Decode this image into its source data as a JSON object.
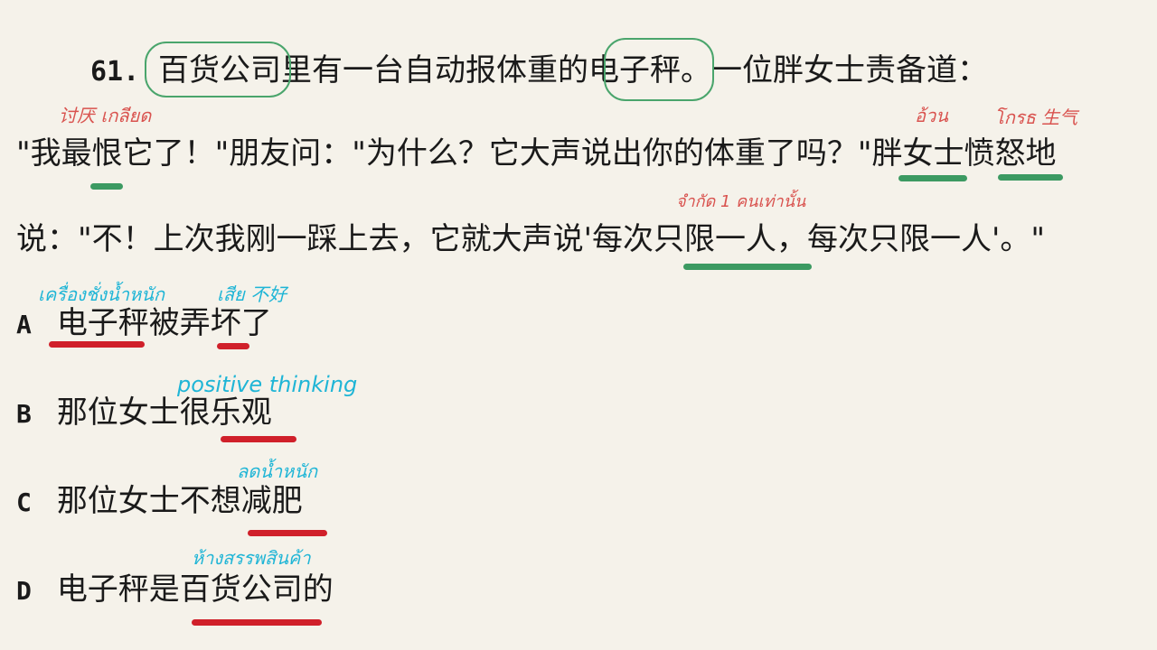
{
  "question": {
    "number": "61.",
    "line1": "百货公司里有一台自动报体重的电子秤。一位胖女士责备道：",
    "line2": "\"我最恨它了！\"朋友问：\"为什么？它大声说出你的体重了吗？\"胖女士愤怒地",
    "line3": "说：\"不！上次我刚一踩上去，它就大声说'每次只限一人，每次只限一人'。\""
  },
  "options": [
    {
      "letter": "A",
      "text": "电子秤被弄坏了"
    },
    {
      "letter": "B",
      "text": "那位女士很乐观"
    },
    {
      "letter": "C",
      "text": "那位女士不想减肥"
    },
    {
      "letter": "D",
      "text": "电子秤是百货公司的"
    }
  ],
  "annotations": {
    "hate": "讨厌 เกลียด",
    "fat": "อ้วน",
    "angry": "โกรธ 生气",
    "limit": "จำกัด 1 คนเท่านั้น",
    "scale": "เครื่องชั่งน้ำหนัก",
    "broken": "เสีย 不好",
    "positive": "positive thinking",
    "lose_weight": "ลดน้ำหนัก",
    "department_store": "ห้างสรรพสินค้า"
  },
  "colors": {
    "background": "#f5f2ea",
    "green_mark": "#3c9a62",
    "red_mark": "#d0202a",
    "red_note": "#d9534f",
    "blue_note": "#1fb5d6"
  }
}
